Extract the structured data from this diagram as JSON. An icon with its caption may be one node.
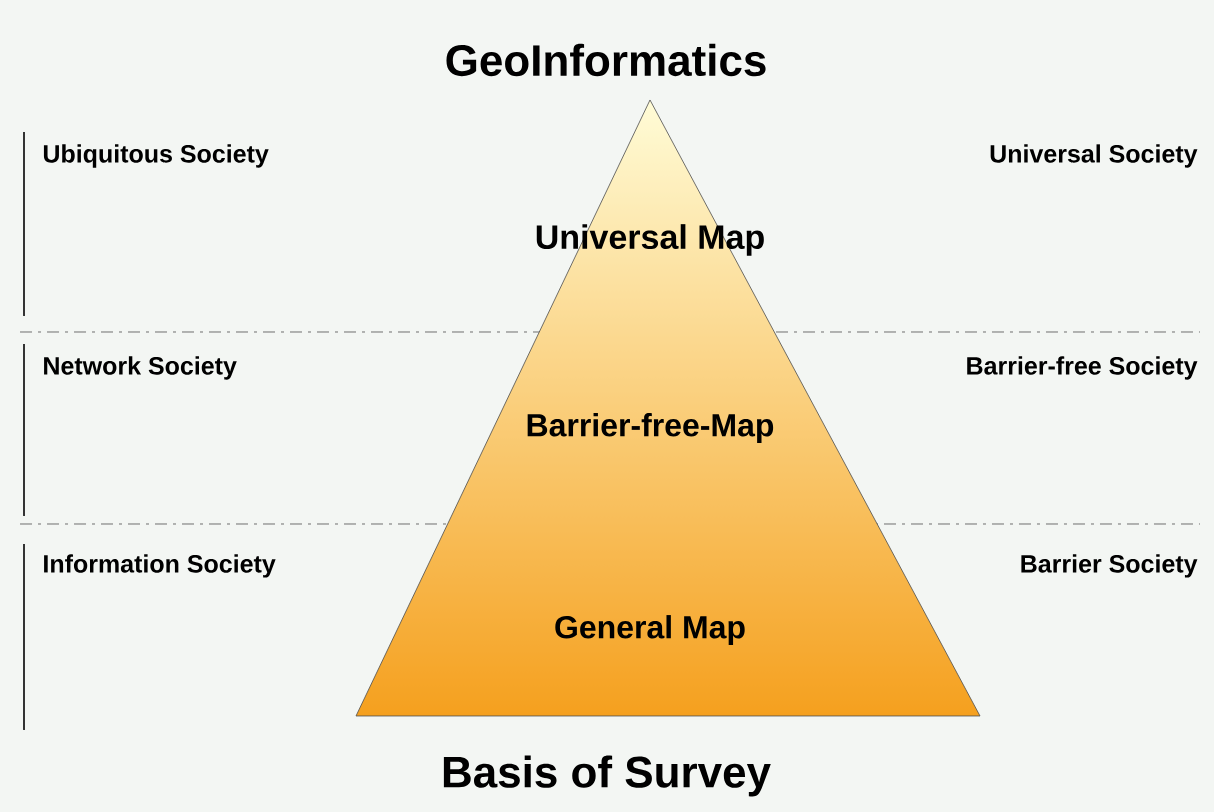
{
  "diagram": {
    "title": "GeoInformatics",
    "caption": "Basis of Survey",
    "nodes": [
      {
        "text": [
          "Universal Map",
          "Barrier-free-Map",
          "General Map"
        ]
      }
    ],
    "labels": [
      "Ubiquitous Society",
      "Universal Society",
      "Network Society",
      "Barrier-free Society",
      "Information Society",
      "Barrier Society"
    ]
  }
}
